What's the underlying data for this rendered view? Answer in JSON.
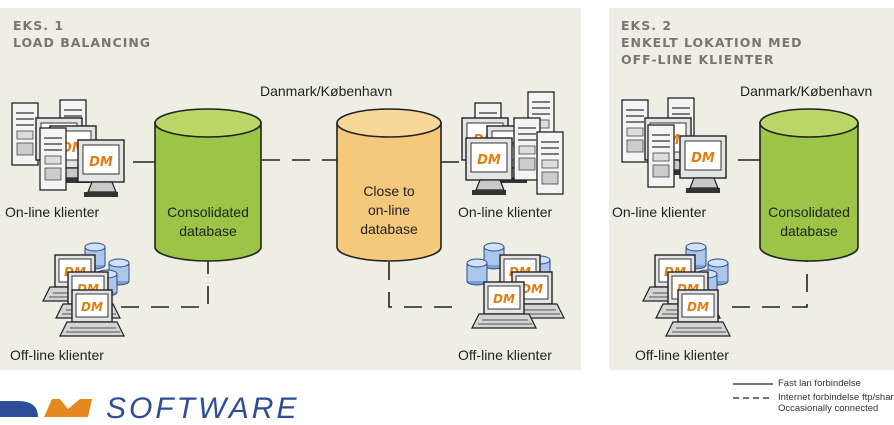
{
  "example1": {
    "title_line1": "EKS. 1",
    "title_line2": "LOAD BALANCING",
    "location": "Danmark/København",
    "online_left": "On-line klienter",
    "online_right": "On-line klienter",
    "offline_left": "Off-line klienter",
    "offline_right": "Off-line klienter",
    "db_consolidated": [
      "Consolidated",
      "database"
    ],
    "db_close": [
      "Close to",
      "on-line",
      "database"
    ]
  },
  "example2": {
    "title_line1": "EKS. 2",
    "title_line2": "ENKELT LOKATION MED",
    "title_line3": "OFF-LINE KLIENTER",
    "location": "Danmark/København",
    "online": "On-line klienter",
    "offline": "Off-line klienter",
    "db_consolidated": [
      "Consolidated",
      "database"
    ]
  },
  "legend": {
    "solid": "Fast lan forbindelse",
    "dashed_line1": "Internet forbindelse ftp/shared folde",
    "dashed_line2": "Occasionally connected"
  },
  "logo": {
    "text": "SOFTWARE"
  },
  "screen_logo": "DM",
  "colors": {
    "panel": "#eeeee5",
    "green_db": "#9cc447",
    "orange_db": "#f5c97c",
    "logo_blue": "#2d4c9a",
    "logo_orange": "#e58a1f"
  }
}
